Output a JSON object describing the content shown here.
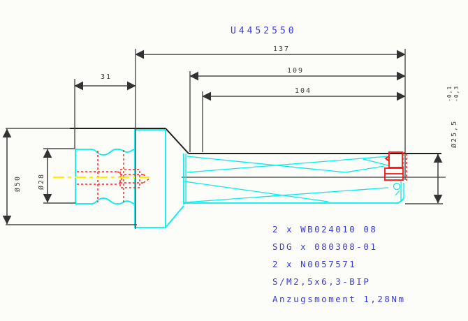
{
  "drawing": {
    "title": "U4452550",
    "type_label": "indexable-insert-drill-technical-drawing",
    "dimensions": {
      "overall_length": "137",
      "flute_length_109": "109",
      "flute_length_104": "104",
      "shank_length": "31",
      "collar_diameter": "Ø50",
      "shank_diameter": "Ø28",
      "cutting_diameter": "Ø25,5",
      "cutting_diameter_tol_upper": "-0,1",
      "cutting_diameter_tol_lower": "-0,3"
    },
    "notes": [
      "2 x WB024010 08",
      "SDG x 080308-01",
      "2 x N0057571",
      "S/M2,5x6,3-BIP",
      "Anzugsmoment 1,28Nm"
    ],
    "colors": {
      "background": "#fcfcf8",
      "tool_outline": "#00eeee",
      "highlight_parts": "#ff1111",
      "holder_silhouette": "#1f1f1f",
      "dimension_lines": "#4a4a4a",
      "centerline_highlight": "#ffee00",
      "annotation_text": "#3c3cd8"
    }
  }
}
